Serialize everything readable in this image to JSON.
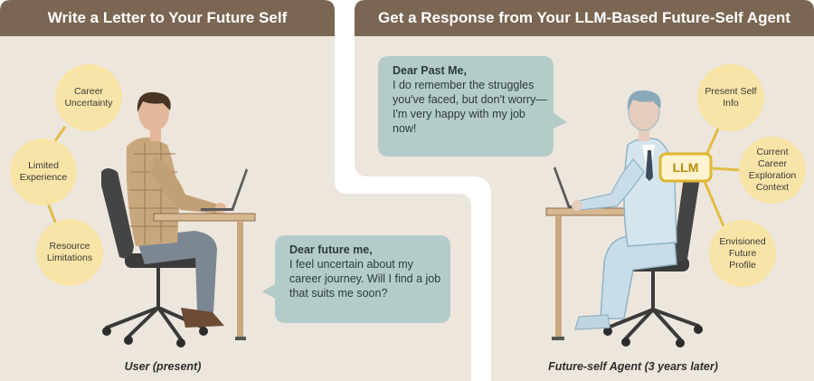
{
  "left_panel": {
    "title": "Write a Letter to Your Future Self",
    "circles": [
      {
        "label": "Career\nUncertainty"
      },
      {
        "label": "Limited\nExperience"
      },
      {
        "label": "Resource\nLimitations"
      }
    ],
    "bubble": {
      "greeting": "Dear future me,",
      "body": "I feel uncertain about my career journey. Will I find a job that suits me soon?"
    },
    "caption": "User (present)"
  },
  "right_panel": {
    "title": "Get a Response from Your LLM-Based Future-Self Agent",
    "bubble": {
      "greeting": "Dear Past Me,",
      "body": "I do remember the struggles you've faced, but don't worry—I'm very happy with my job now!"
    },
    "llm_label": "LLM",
    "circles": [
      {
        "label": "Present Self\nInfo"
      },
      {
        "label": "Current\nCareer\nExploration\nContext"
      },
      {
        "label": "Envisioned\nFuture\nProfile"
      }
    ],
    "caption": "Future-self Agent (3 years later)"
  },
  "colors": {
    "panel_bg": "#ede6dc",
    "header_bg": "#7a6652",
    "circle_fill": "#f8e4a6",
    "bubble_fill": "#b3ccc9",
    "llm_border": "#e0b630"
  }
}
